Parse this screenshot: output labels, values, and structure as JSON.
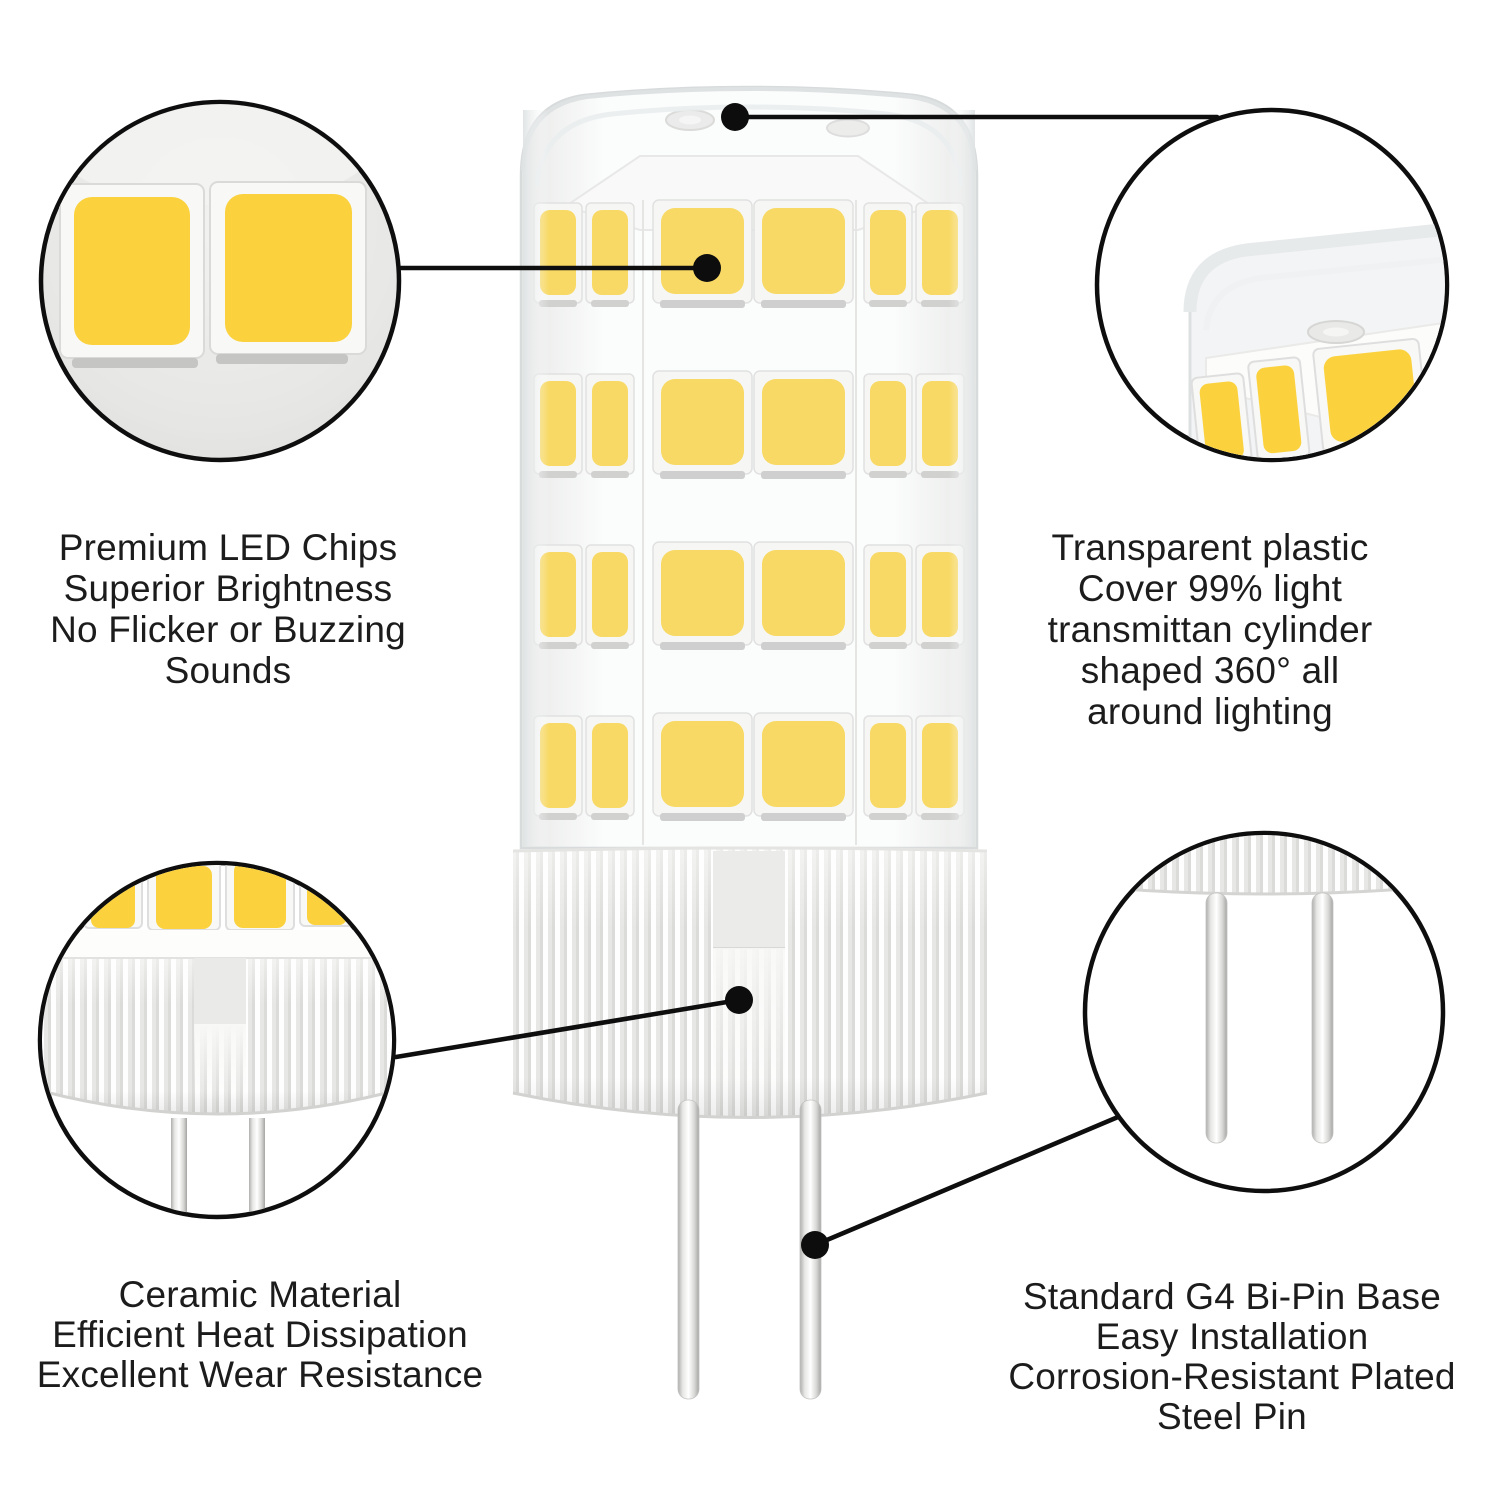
{
  "colors": {
    "chip_yellow": "#FBD23E",
    "outline_black": "#0E0E0E",
    "text": "#1C1C1C",
    "ceramic_white": "#F6F6F4"
  },
  "features": [
    {
      "id": "premium-led-chips",
      "lines": [
        "Premium LED Chips",
        "Superior Brightness",
        "No Flicker or Buzzing",
        "Sounds"
      ]
    },
    {
      "id": "transparent-cover",
      "lines": [
        "Transparent plastic",
        "Cover 99% light",
        "transmittan cylinder",
        "shaped 360° all",
        "around lighting"
      ]
    },
    {
      "id": "ceramic-material",
      "lines": [
        "Ceramic Material",
        "Efficient Heat Dissipation",
        "Excellent Wear Resistance"
      ]
    },
    {
      "id": "g4-bipin-base",
      "lines": [
        "Standard G4 Bi-Pin Base",
        "Easy Installation",
        "Corrosion-Resistant Plated",
        "Steel Pin"
      ]
    }
  ]
}
